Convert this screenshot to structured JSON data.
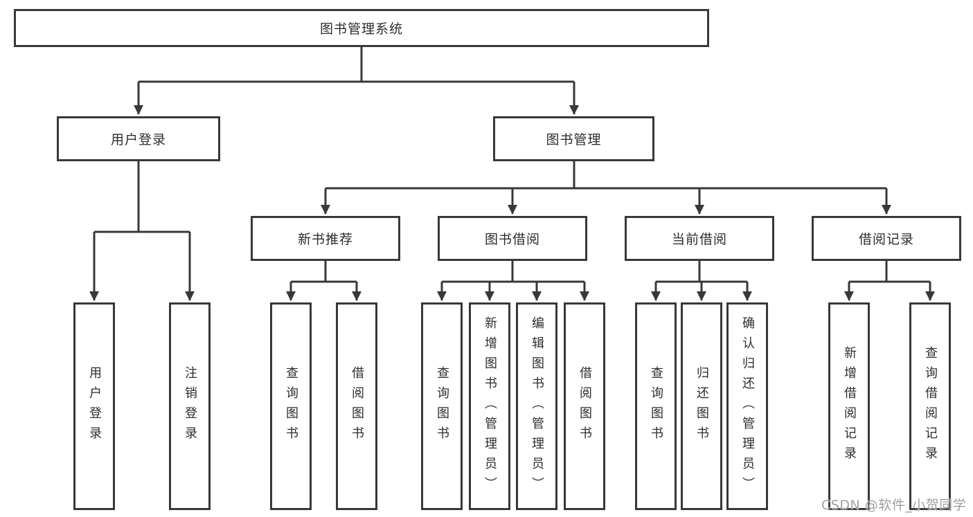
{
  "diagram": {
    "colors": {
      "line": "#383838",
      "text": "#2d2d2d",
      "watermark": "#a0a0a0",
      "background": "#ffffff"
    }
  },
  "root": {
    "label": "图书管理系统"
  },
  "user_login": {
    "label": "用户登录",
    "children": [
      {
        "label": "用户登录"
      },
      {
        "label": "注销登录"
      }
    ]
  },
  "book_mgmt": {
    "label": "图书管理",
    "sections": [
      {
        "label": "新书推荐",
        "children": [
          {
            "label": "查询图书"
          },
          {
            "label": "借阅图书"
          }
        ]
      },
      {
        "label": "图书借阅",
        "children": [
          {
            "label": "查询图书"
          },
          {
            "label": "新增图书（管理员）"
          },
          {
            "label": "编辑图书（管理员）"
          },
          {
            "label": "借阅图书"
          }
        ]
      },
      {
        "label": "当前借阅",
        "children": [
          {
            "label": "查询图书"
          },
          {
            "label": "归还图书"
          },
          {
            "label": "确认归还（管理员）"
          }
        ]
      },
      {
        "label": "借阅记录",
        "children": [
          {
            "label": "新增借阅记录"
          },
          {
            "label": "查询借阅记录"
          }
        ]
      }
    ]
  },
  "watermark": {
    "text": "CSDN @软件_小贺同学"
  }
}
